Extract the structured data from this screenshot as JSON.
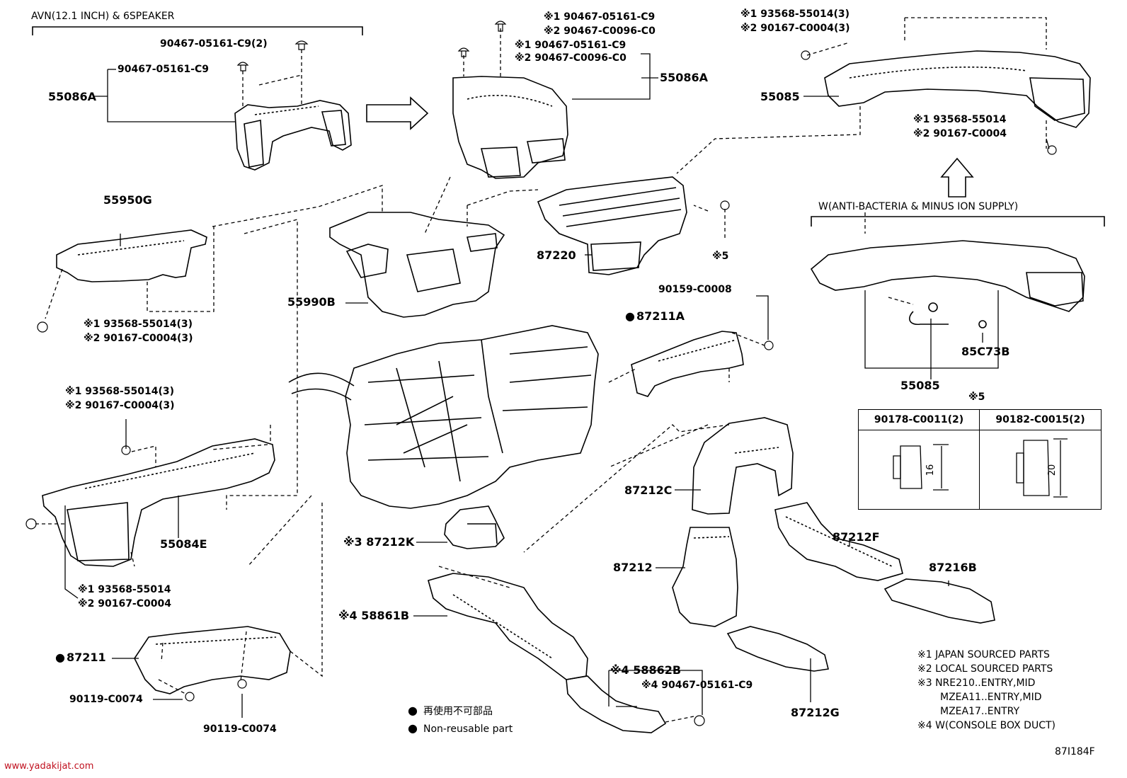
{
  "watermark": "www.yadakijat.com",
  "figure_code": "87I184F",
  "headers": {
    "avn": "AVN(12.1 INCH) & 6SPEAKER",
    "anti_bacteria": "W(ANTI-BACTERIA & MINUS ION SUPPLY)"
  },
  "part_labels": {
    "p55086a_left": "55086A",
    "p55086a_right": "55086A",
    "p55085_top": "55085",
    "p55950g": "55950G",
    "p87220": "87220",
    "p55990b": "55990B",
    "p87211a": "87211A",
    "p55085_mid": "55085",
    "p85c73b": "85C73B",
    "p55084e": "55084E",
    "p87212c": "87212C",
    "p87212k": "87212K",
    "p87212f": "87212F",
    "p87212": "87212",
    "p87216b": "87216B",
    "p58861b": "58861B",
    "p58862b": "58862B",
    "p87211": "87211",
    "p87212g": "87212G"
  },
  "fastener_labels": {
    "f1": "90467-05161-C9(2)",
    "f2": "90467-05161-C9",
    "f3a": "※1 90467-05161-C9",
    "f3b": "※2 90467-C0096-C0",
    "f4a": "※1 90467-05161-C9",
    "f4b": "※2 90467-C0096-C0",
    "f5a": "※1 93568-55014(3)",
    "f5b": "※2 90167-C0004(3)",
    "f6a": "※1 93568-55014",
    "f6b": "※2 90167-C0004",
    "f7a": "※1 93568-55014(3)",
    "f7b": "※2 90167-C0004(3)",
    "f8": "※5",
    "f9": "90159-C0008",
    "f10a": "※1 93568-55014(3)",
    "f10b": "※2 90167-C0004(3)",
    "f11a": "※1 93568-55014",
    "f11b": "※2 90167-C0004",
    "f12": "90119-C0074",
    "f13": "90119-C0074",
    "f14": "※4 90467-05161-C9",
    "p87212k_prefix": "※3",
    "p58861b_prefix": "※4",
    "p58862b_prefix": "※4"
  },
  "fastener_table": {
    "title": "※5",
    "col1": "90178-C0011(2)",
    "col2": "90182-C0015(2)",
    "dim1": "16",
    "dim2": "20"
  },
  "legend": {
    "jp": "再使用不可部品",
    "en": "Non-reusable part"
  },
  "notes": [
    "※1 JAPAN SOURCED PARTS",
    "※2 LOCAL SOURCED PARTS",
    "※3 NRE210..ENTRY,MID",
    "MZEA11..ENTRY,MID",
    "MZEA17..ENTRY",
    "※4 W(CONSOLE BOX DUCT)"
  ]
}
